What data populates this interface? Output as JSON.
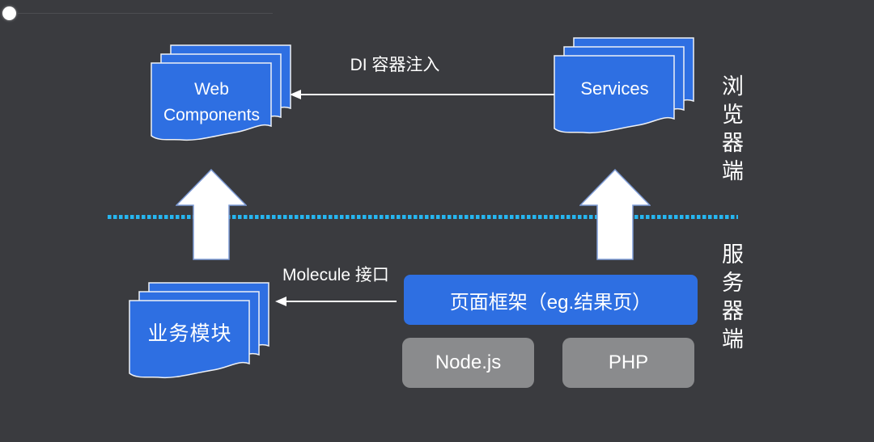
{
  "colors": {
    "background": "#3a3b3f",
    "card_blue": "#2e6fe2",
    "box_gray": "#8a8b8d",
    "dash_cyan": "#26b6f0",
    "block_arrow_fill": "#ffffff",
    "block_arrow_border": "#7d9bd6",
    "text": "#ffffff"
  },
  "stacks": {
    "web_components": {
      "line1": "Web",
      "line2": "Components"
    },
    "services": {
      "label": "Services"
    },
    "biz_module": {
      "label": "业务模块"
    }
  },
  "arrows": {
    "di_injection": {
      "label": "DI 容器注入"
    },
    "molecule_api": {
      "label": "Molecule 接口"
    }
  },
  "boxes": {
    "page_frame": {
      "label": "页面框架（eg.结果页）"
    },
    "nodejs": {
      "label": "Node.js"
    },
    "php": {
      "label": "PHP"
    }
  },
  "side_labels": {
    "browser": "浏览器端",
    "server": "服务器端"
  }
}
